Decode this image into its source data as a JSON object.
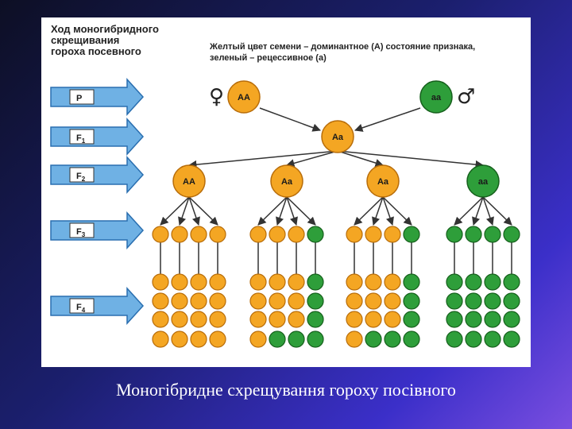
{
  "diagram": {
    "title_lines": [
      "Ход моногибридного",
      "скрещивания",
      "гороха посевного"
    ],
    "legend_lines": [
      "Желтый цвет семени – доминантное (A) состояние признака,",
      "зеленый – рецессивное (a)"
    ],
    "generations": [
      {
        "letter": "P",
        "index": ""
      },
      {
        "letter": "F",
        "index": "1"
      },
      {
        "letter": "F",
        "index": "2"
      },
      {
        "letter": "F",
        "index": "3"
      },
      {
        "letter": "F",
        "index": "4"
      }
    ],
    "parents": {
      "female": {
        "genotype": "AA",
        "symbol": "♀",
        "color": "yellow"
      },
      "male": {
        "genotype": "aa",
        "symbol": "♂",
        "color": "green"
      }
    },
    "f1": {
      "genotype": "Aa",
      "color": "yellow"
    },
    "f2": [
      {
        "genotype": "AA",
        "color": "yellow"
      },
      {
        "genotype": "Aa",
        "color": "yellow"
      },
      {
        "genotype": "Aa",
        "color": "yellow"
      },
      {
        "genotype": "aa",
        "color": "green"
      }
    ],
    "f3_rows": [
      [
        "y",
        "y",
        "y",
        "y"
      ],
      [
        "y",
        "y",
        "y",
        "g"
      ],
      [
        "y",
        "y",
        "y",
        "g"
      ],
      [
        "g",
        "g",
        "g",
        "g"
      ]
    ],
    "f4_columns": [
      [
        [
          "y",
          "y",
          "y",
          "y"
        ],
        [
          "y",
          "y",
          "y",
          "y"
        ],
        [
          "y",
          "y",
          "y",
          "y"
        ],
        [
          "y",
          "y",
          "y",
          "y"
        ]
      ],
      [
        [
          "y",
          "y",
          "y",
          "g"
        ],
        [
          "y",
          "y",
          "y",
          "g"
        ],
        [
          "y",
          "y",
          "y",
          "g"
        ],
        [
          "y",
          "g",
          "g",
          "g"
        ]
      ],
      [
        [
          "y",
          "y",
          "y",
          "g"
        ],
        [
          "y",
          "y",
          "y",
          "g"
        ],
        [
          "y",
          "y",
          "y",
          "g"
        ],
        [
          "y",
          "g",
          "g",
          "g"
        ]
      ],
      [
        [
          "g",
          "g",
          "g",
          "g"
        ],
        [
          "g",
          "g",
          "g",
          "g"
        ],
        [
          "g",
          "g",
          "g",
          "g"
        ],
        [
          "g",
          "g",
          "g",
          "g"
        ]
      ]
    ],
    "colors": {
      "yellow": "#f4a623",
      "yellow_edge": "#b86d0a",
      "green": "#2e9e3a",
      "green_edge": "#16601c",
      "arrow": "#6fb1e4",
      "arrow_edge": "#2a6fb0"
    }
  },
  "caption": "Моногібридне схрещування гороху посівного"
}
